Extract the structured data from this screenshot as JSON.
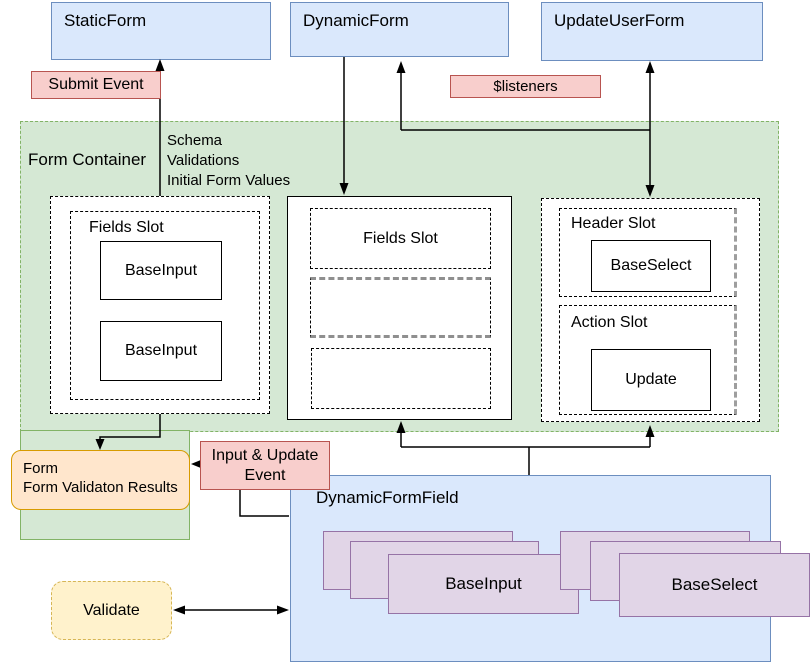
{
  "top_row": {
    "static_form": "StaticForm",
    "dynamic_form": "DynamicForm",
    "update_user_form": "UpdateUserForm"
  },
  "edge_labels": {
    "submit_event": "Submit Event",
    "listeners": "$listeners",
    "input_update_event": "Input & Update Event"
  },
  "form_container": {
    "label": "Form Container",
    "props": [
      "Schema",
      "Validations",
      "Initial Form Values"
    ],
    "static_slot": {
      "fields_slot": "Fields Slot",
      "inputs": [
        "BaseInput",
        "BaseInput"
      ]
    },
    "dynamic_slot": {
      "fields_slot": "Fields Slot"
    },
    "update_slot": {
      "header_slot": "Header Slot",
      "base_select": "BaseSelect",
      "action_slot": "Action Slot",
      "update_button": "Update"
    }
  },
  "results_node": {
    "lines": [
      "Form",
      "Form Validaton Results"
    ]
  },
  "dynamic_form_field": {
    "label": "DynamicFormField",
    "base_input_stack": "BaseInput",
    "base_select_stack": "BaseSelect"
  },
  "validate_node": {
    "label": "Validate"
  },
  "colors": {
    "node_blue": "#dae8fc",
    "node_blue_border": "#6c8ebf",
    "event_pink": "#f8cecc",
    "event_pink_border": "#b85450",
    "container_green": "#d5e8d4",
    "container_green_border": "#82b366",
    "result_orange": "#ffe6cc",
    "result_orange_border": "#d79b00",
    "validate_yellow": "#fff2cc",
    "validate_yellow_border": "#d6b656",
    "component_purple": "#e1d5e7",
    "component_purple_border": "#9673a6"
  }
}
